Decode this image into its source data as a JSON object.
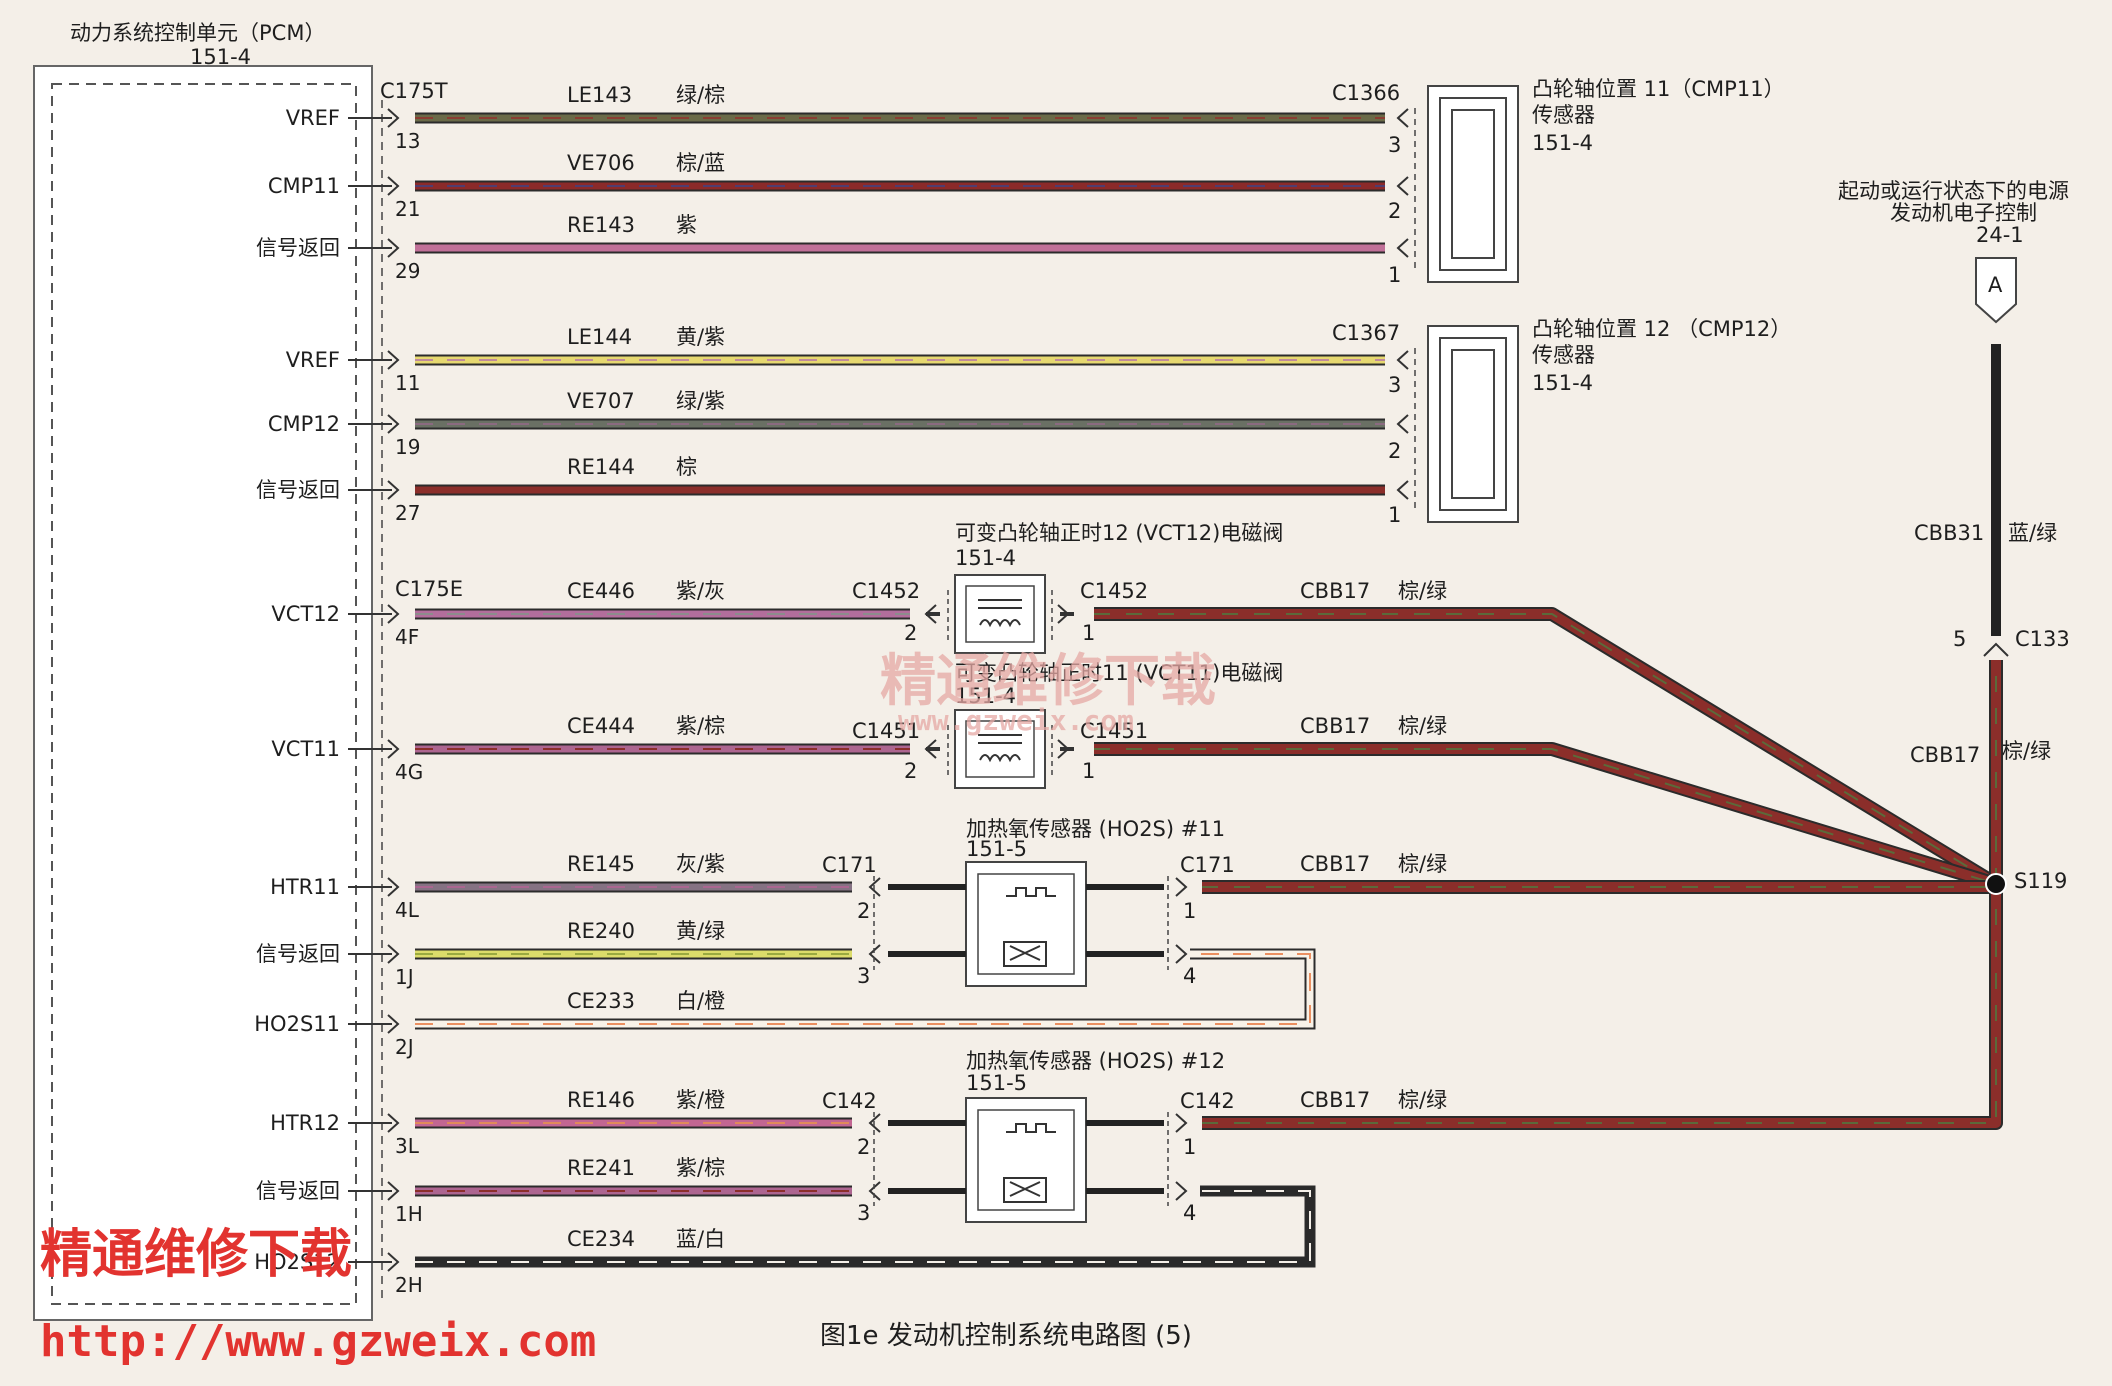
{
  "pcm": {
    "title": "动力系统控制单元（PCM）",
    "code": "151-4"
  },
  "pins": [
    {
      "label": "VREF",
      "pin": "13"
    },
    {
      "label": "CMP11",
      "pin": "21"
    },
    {
      "label": "信号返回",
      "pin": "29"
    },
    {
      "label": "VREF",
      "pin": "11"
    },
    {
      "label": "CMP12",
      "pin": "19"
    },
    {
      "label": "信号返回",
      "pin": "27"
    },
    {
      "label": "VCT12",
      "pin": "4F"
    },
    {
      "label": "VCT11",
      "pin": "4G"
    },
    {
      "label": "HTR11",
      "pin": "4L"
    },
    {
      "label": "信号返回",
      "pin": "1J"
    },
    {
      "label": "HO2S11",
      "pin": "2J"
    },
    {
      "label": "HTR12",
      "pin": "3L"
    },
    {
      "label": "信号返回",
      "pin": "1H"
    },
    {
      "label": "HO2S12",
      "pin": "2H"
    }
  ],
  "pcm_connectors": {
    "upper": "C175T",
    "lower": "C175E"
  },
  "wires": [
    {
      "circuit": "LE143",
      "color_name": "绿/棕",
      "color": "#6a6a48",
      "stripe": "#8a3d32"
    },
    {
      "circuit": "VE706",
      "color_name": "棕/蓝",
      "color": "#8b2a2a",
      "stripe": "#4f3d70"
    },
    {
      "circuit": "RE143",
      "color_name": "紫",
      "color": "#c07098",
      "stripe": ""
    },
    {
      "circuit": "LE144",
      "color_name": "黄/紫",
      "color": "#e6d870",
      "stripe": "#c08a9a"
    },
    {
      "circuit": "VE707",
      "color_name": "绿/紫",
      "color": "#6a7064",
      "stripe": "#8a6a80"
    },
    {
      "circuit": "RE144",
      "color_name": "棕",
      "color": "#8b2e2a",
      "stripe": ""
    },
    {
      "circuit": "CE446",
      "color_name": "紫/灰",
      "color": "#b26e9c",
      "stripe": "#8c8c8c"
    },
    {
      "circuit": "CE444",
      "color_name": "紫/棕",
      "color": "#ad6590",
      "stripe": "#8b2e2a"
    },
    {
      "circuit": "RE145",
      "color_name": "灰/紫",
      "color": "#857283",
      "stripe": "#aa6690"
    },
    {
      "circuit": "RE240",
      "color_name": "黄/绿",
      "color": "#dcdc6a",
      "stripe": "#9aaa40"
    },
    {
      "circuit": "CE233",
      "color_name": "白/橙",
      "color": "#f8f2e8",
      "stripe": "#eb8f60"
    },
    {
      "circuit": "RE146",
      "color_name": "紫/橙",
      "color": "#c26692",
      "stripe": "#e08a5a"
    },
    {
      "circuit": "RE241",
      "color_name": "紫/棕",
      "color": "#ad6590",
      "stripe": "#8b2e2a"
    },
    {
      "circuit": "CE234",
      "color_name": "蓝/白",
      "color": "#2a2a2a",
      "stripe": "#f4efe8"
    }
  ],
  "cmp11": {
    "connector": "C1366",
    "title": "凸轮轴位置 11（CMP11）",
    "subtitle": "传感器",
    "code": "151-4",
    "pins": [
      "3",
      "2",
      "1"
    ]
  },
  "cmp12": {
    "connector": "C1367",
    "title": "凸轮轴位置 12 （CMP12）",
    "subtitle": "传感器",
    "code": "151-4",
    "pins": [
      "3",
      "2",
      "1"
    ]
  },
  "vct12": {
    "title": "可变凸轮轴正时12 (VCT12)电磁阀",
    "code": "151-4",
    "conn_left": "C1452",
    "conn_right": "C1452",
    "pin_left": "2",
    "pin_right": "1"
  },
  "vct11": {
    "title": "可变凸轮轴正时11 (VCT11)电磁阀",
    "code": "151-4",
    "conn_left": "C1451",
    "conn_right": "C1451",
    "pin_left": "2",
    "pin_right": "1"
  },
  "ho2s11": {
    "title": "加热氧传感器 (HO2S) #11",
    "code": "151-5",
    "conn_left": "C171",
    "conn_right": "C171",
    "pins_left": [
      "2",
      "3"
    ],
    "pins_right": [
      "1",
      "4"
    ]
  },
  "ho2s12": {
    "title": "加热氧传感器 (HO2S) #12",
    "code": "151-5",
    "conn_left": "C142",
    "conn_right": "C142",
    "pins_left": [
      "2",
      "3"
    ],
    "pins_right": [
      "1",
      "4"
    ]
  },
  "feed": {
    "circuit": "CBB17",
    "color_name": "棕/绿",
    "color": "#8b2e2a",
    "stripe": "#5b6a3a"
  },
  "power": {
    "line1": "起动或运行状态下的电源",
    "line2": "发动机电子控制",
    "code": "24-1",
    "tag": "A",
    "circuit": "CBB31",
    "color_name": "蓝/绿",
    "color": "#222222",
    "connector": "C133",
    "pin": "5"
  },
  "splice": {
    "label": "S119"
  },
  "caption": "图1e  发动机控制系统电路图 (5)",
  "watermarks": {
    "name": "精通维修下载",
    "url_top": "www.gzweix.com",
    "url_bottom": "http://www.gzweix.com"
  }
}
